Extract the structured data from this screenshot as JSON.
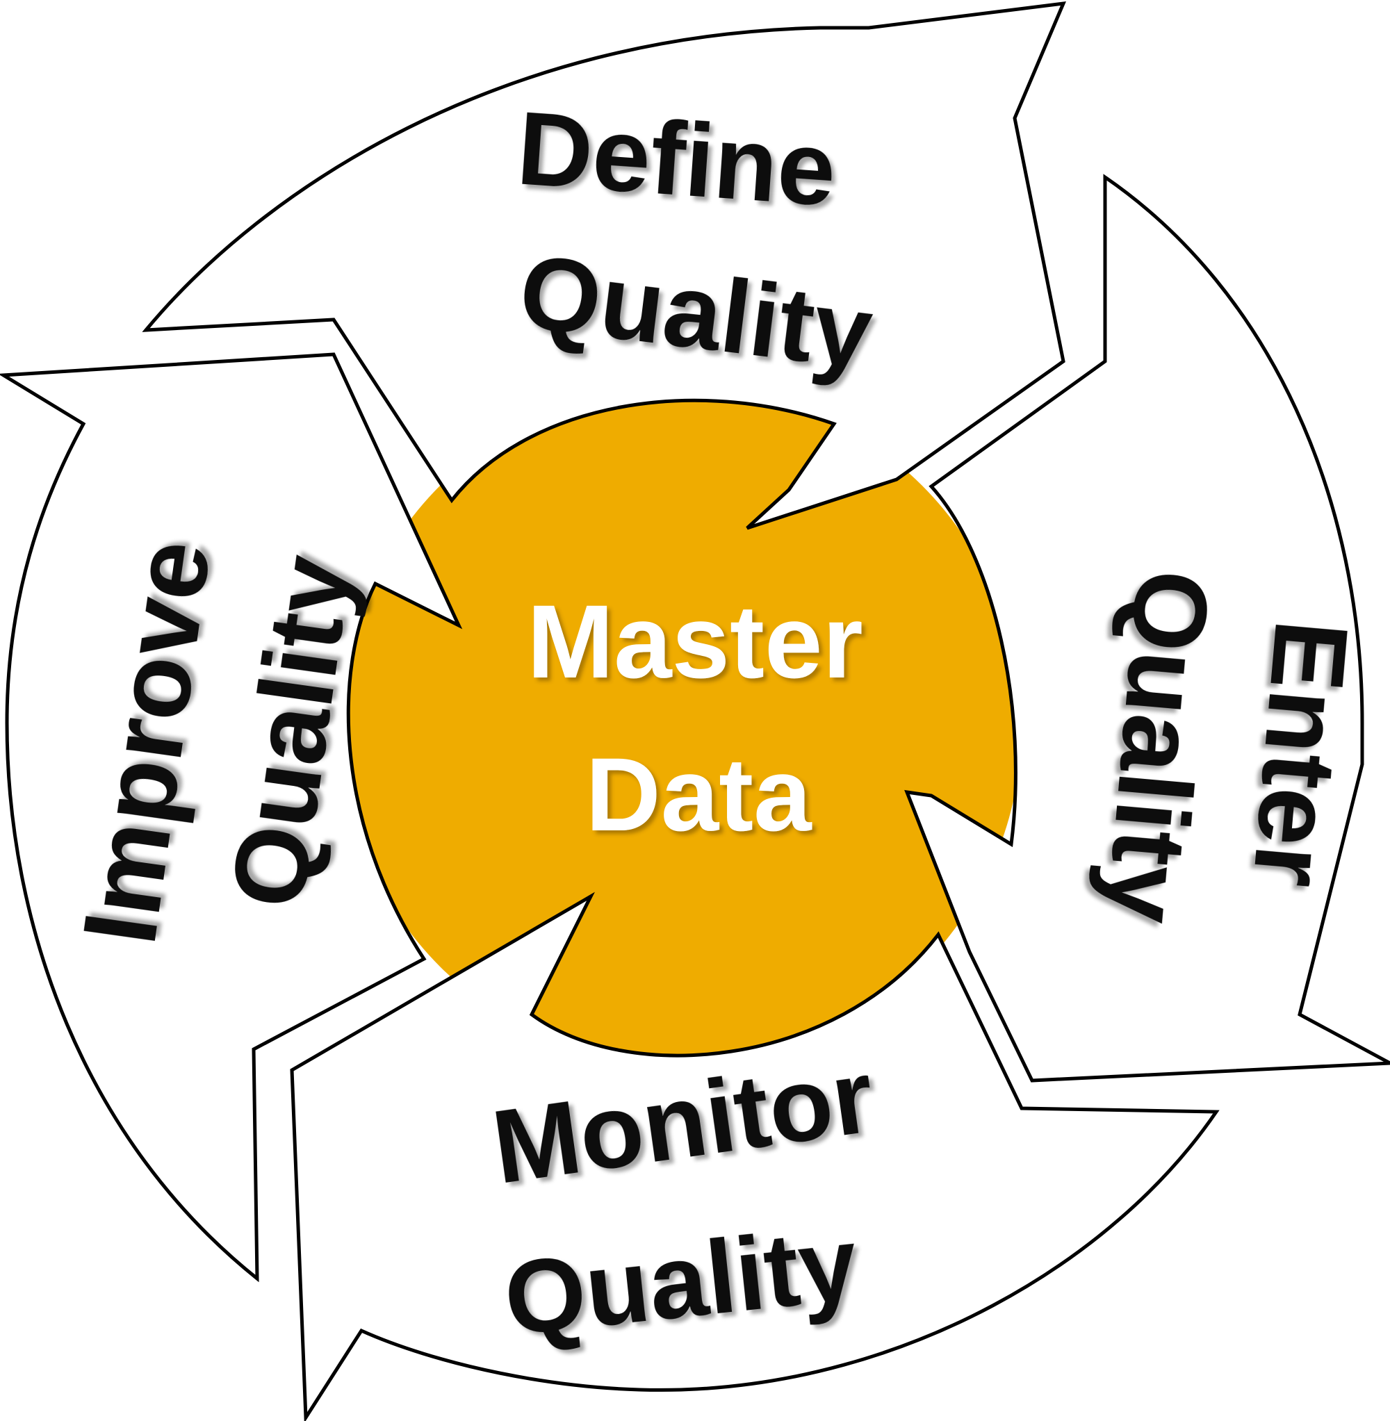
{
  "center": {
    "line1": "Master",
    "line2": "Data"
  },
  "stages": [
    {
      "id": "define",
      "line1": "Define",
      "line2": "Quality"
    },
    {
      "id": "enter",
      "line1": "Enter",
      "line2": "Quality"
    },
    {
      "id": "monitor",
      "line1": "Monitor",
      "line2": "Quality"
    },
    {
      "id": "improve",
      "line1": "Improve",
      "line2": "Quality"
    }
  ],
  "colors": {
    "center_fill": "#EFAC00",
    "center_text": "#ffffff",
    "arrow_fill": "#ffffff",
    "arrow_stroke": "#000000",
    "label_text": "#111111"
  }
}
